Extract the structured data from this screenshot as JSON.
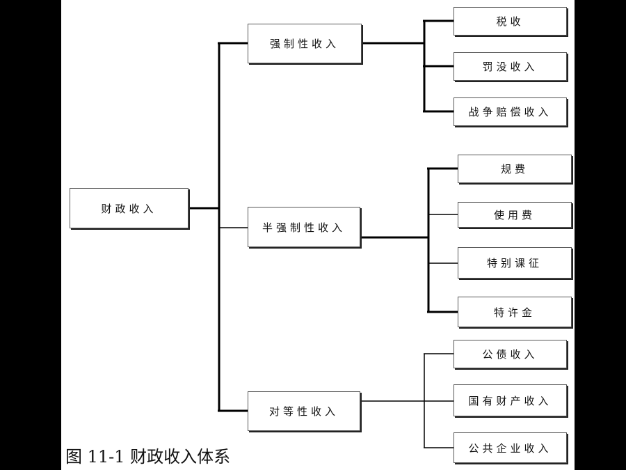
{
  "diagram": {
    "root": {
      "label": "财政收入"
    },
    "categories": [
      {
        "label": "强制性收入",
        "items": [
          {
            "label": "税收"
          },
          {
            "label": "罚没收入"
          },
          {
            "label": "战争赔偿收入"
          }
        ]
      },
      {
        "label": "半强制性收入",
        "items": [
          {
            "label": "规费"
          },
          {
            "label": "使用费"
          },
          {
            "label": "特别课征"
          },
          {
            "label": "特许金"
          }
        ]
      },
      {
        "label": "对等性收入",
        "items": [
          {
            "label": "公债收入"
          },
          {
            "label": "国有财产收入"
          },
          {
            "label": "公共企业收入"
          }
        ]
      }
    ],
    "caption": "图 11-1  财政收入体系"
  }
}
